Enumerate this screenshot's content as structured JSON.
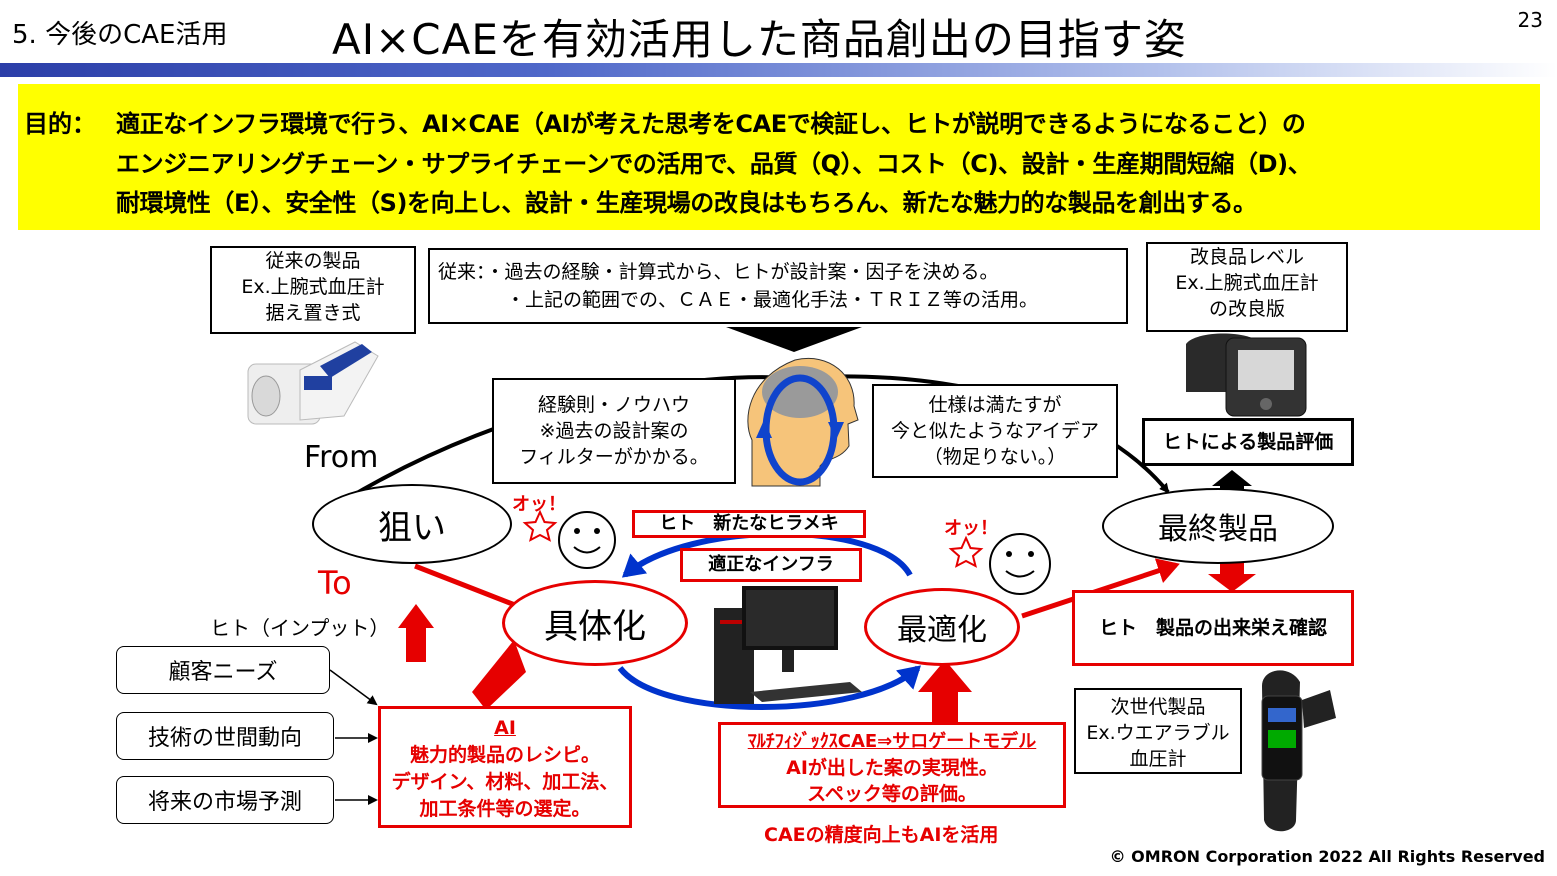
{
  "header": {
    "section": "5. 今後のCAE活用",
    "title": "AI×CAEを有効活用した商品創出の目指す姿",
    "page": "23"
  },
  "purpose": {
    "label": "目的：",
    "lines": [
      "適正なインフラ環境で行う、AI×CAE（AIが考えた思考をCAEで検証し、ヒトが説明できるようになること）の",
      "エンジニアリングチェーン・サプライチェーンでの活用で、品質（Q）、コスト（C)、設計・生産期間短縮（D)、",
      "耐環境性（E）、安全性（S)を向上し、設計・生産現場の改良はもちろん、新たな魅力的な製品を創出する。"
    ]
  },
  "boxes": {
    "conventional_product": [
      "従来の製品",
      "Ex.上腕式血圧計",
      "据え置き式"
    ],
    "conventional_method": [
      "従来：・過去の経験・計算式から、ヒトが設計案・因子を決める。",
      "・上記の範囲での、ＣＡＥ・最適化手法・ＴＲＩＺ等の活用。"
    ],
    "improved_product": [
      "改良品レベル",
      "Ex.上腕式血圧計",
      "の改良版"
    ],
    "experience": [
      "経験則・ノウハウ",
      "※過去の設計案の",
      "フィルターがかかる。"
    ],
    "spec": [
      "仕様は満たすが",
      "今と似たようなアイデア",
      "（物足りない。）"
    ],
    "human_eval": "ヒトによる製品評価",
    "next_gen": [
      "次世代製品",
      "Ex.ウエアラブル",
      "血圧計"
    ]
  },
  "labels": {
    "from": "From",
    "to": "To",
    "human_input": "ヒト（インプット）",
    "oh_left": "オッ！",
    "oh_right": "オッ！"
  },
  "nodes": {
    "aim": "狙い",
    "concrete": "具体化",
    "optimize": "最適化",
    "final": "最終製品"
  },
  "inputs": [
    "顧客ニーズ",
    "技術の世間動向",
    "将来の市場予測"
  ],
  "red_boxes": {
    "inspiration": "ヒト　新たなヒラメキ",
    "infra": "適正なインフラ",
    "check": "ヒト　製品の出来栄え確認",
    "ai_title": "AI",
    "ai_lines": [
      "魅力的製品のレシピ。",
      "デザイン、材料、加工法、",
      "加工条件等の選定。"
    ],
    "cae_title": "ﾏﾙﾁﾌｨｼﾞｯｸｽCAE⇒サロゲートモデル",
    "cae_lines": [
      "AIが出した案の実現性。",
      "スペック等の評価。"
    ],
    "cae_note": "CAEの精度向上もAIを活用"
  },
  "footer": {
    "copyright": "© OMRON Corporation 2022 All Rights Reserved"
  },
  "colors": {
    "red": "#e60000",
    "blue": "#0033cc",
    "yellow": "#ffff00",
    "title_bar": "#2b3ea8"
  }
}
